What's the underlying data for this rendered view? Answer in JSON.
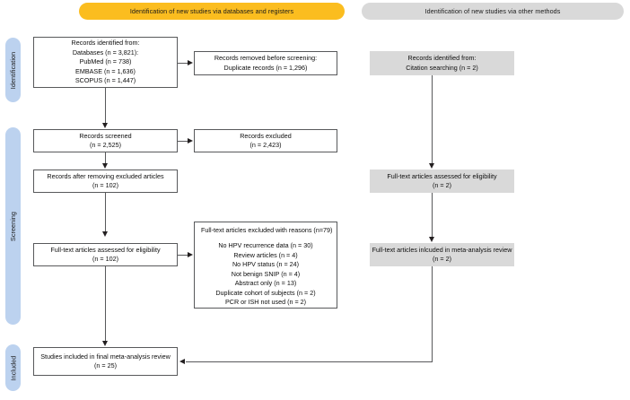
{
  "banners": {
    "databases": "Identification of new studies via databases and registers",
    "other": "Identification of new studies via other methods"
  },
  "stages": {
    "identification": "Identification",
    "screening": "Screening",
    "included": "Included"
  },
  "colors": {
    "banner_databases": "#fbbd1f",
    "banner_other": "#d9d9d9",
    "stage_band": "#bcd2ef",
    "box_fill": "#d9d9d9",
    "box_border": "#58595b",
    "page_background": "#ffffff"
  },
  "boxes": {
    "records_identified": {
      "lines": [
        "Records identified from:",
        "Databases (n = 3,821):",
        "PubMed (n = 738)",
        "EMBASE (n = 1,636)",
        "SCOPUS (n = 1,447)"
      ]
    },
    "records_removed": {
      "lines": [
        "Records removed before screening:",
        "Duplicate records (n = 1,296)"
      ]
    },
    "records_screened": {
      "lines": [
        "Records screened",
        "(n = 2,525)"
      ]
    },
    "records_excluded": {
      "lines": [
        "Records excluded",
        "(n = 2,423)"
      ]
    },
    "records_after_removing": {
      "lines": [
        "Records after removing excluded articles",
        "(n = 102)"
      ]
    },
    "fulltext_assessed": {
      "lines": [
        "Full-text articles assessed for eligibility",
        "(n = 102)"
      ]
    },
    "fulltext_excluded_reasons": {
      "title": "Full-text articles excluded with reasons (n=79)",
      "reasons": [
        "No HPV recurrence data (n = 30)",
        "Review articles (n = 4)",
        "No HPV status (n = 24)",
        "Not benign SNIP (n = 4)",
        "Abstract only (n = 13)",
        "Duplicate cohort of subjects (n = 2)",
        "PCR or ISH not used (n = 2)"
      ]
    },
    "studies_included": {
      "lines": [
        "Studies included in final meta-analysis review",
        "(n = 25)"
      ]
    },
    "citation_identified": {
      "lines": [
        "Records identified from:",
        "Citation searching (n = 2)"
      ]
    },
    "other_fulltext_assessed": {
      "lines": [
        "Full-text articles assessed for eligibility",
        "(n = 2)"
      ]
    },
    "other_fulltext_included": {
      "lines": [
        "Full-text articles inlcuded in meta-analysis review",
        "(n = 2)"
      ]
    }
  }
}
